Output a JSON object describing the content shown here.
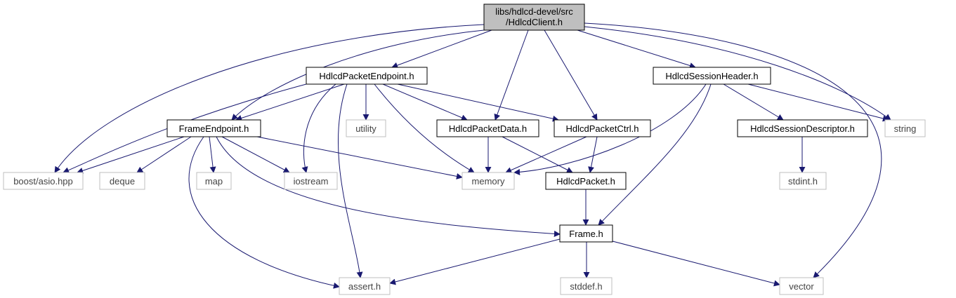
{
  "diagram": {
    "root_lines": [
      "libs/hdlcd-devel/src",
      "/HdlcdClient.h"
    ],
    "nodes": [
      {
        "id": "hdlcd_packet_endpoint",
        "label": "HdlcdPacketEndpoint.h",
        "kind": "internal"
      },
      {
        "id": "hdlcd_session_header",
        "label": "HdlcdSessionHeader.h",
        "kind": "internal"
      },
      {
        "id": "frame_endpoint",
        "label": "FrameEndpoint.h",
        "kind": "internal"
      },
      {
        "id": "utility",
        "label": "utility",
        "kind": "external"
      },
      {
        "id": "hdlcd_packet_data",
        "label": "HdlcdPacketData.h",
        "kind": "internal"
      },
      {
        "id": "hdlcd_packet_ctrl",
        "label": "HdlcdPacketCtrl.h",
        "kind": "internal"
      },
      {
        "id": "hdlcd_session_descriptor",
        "label": "HdlcdSessionDescriptor.h",
        "kind": "internal"
      },
      {
        "id": "string",
        "label": "string",
        "kind": "external"
      },
      {
        "id": "boost_asio",
        "label": "boost/asio.hpp",
        "kind": "external"
      },
      {
        "id": "deque",
        "label": "deque",
        "kind": "external"
      },
      {
        "id": "map",
        "label": "map",
        "kind": "external"
      },
      {
        "id": "iostream",
        "label": "iostream",
        "kind": "external"
      },
      {
        "id": "memory",
        "label": "memory",
        "kind": "external"
      },
      {
        "id": "hdlcd_packet",
        "label": "HdlcdPacket.h",
        "kind": "internal"
      },
      {
        "id": "stdint",
        "label": "stdint.h",
        "kind": "external"
      },
      {
        "id": "frame",
        "label": "Frame.h",
        "kind": "internal"
      },
      {
        "id": "assert",
        "label": "assert.h",
        "kind": "external"
      },
      {
        "id": "stddef",
        "label": "stddef.h",
        "kind": "external"
      },
      {
        "id": "vector",
        "label": "vector",
        "kind": "external"
      }
    ],
    "edges": [
      {
        "from": "root",
        "to": "hdlcd_packet_endpoint"
      },
      {
        "from": "root",
        "to": "frame_endpoint"
      },
      {
        "from": "root",
        "to": "boost_asio"
      },
      {
        "from": "root",
        "to": "hdlcd_packet_data"
      },
      {
        "from": "root",
        "to": "hdlcd_packet_ctrl"
      },
      {
        "from": "root",
        "to": "hdlcd_session_header"
      },
      {
        "from": "root",
        "to": "string"
      },
      {
        "from": "root",
        "to": "vector"
      },
      {
        "from": "hdlcd_packet_endpoint",
        "to": "frame_endpoint"
      },
      {
        "from": "hdlcd_packet_endpoint",
        "to": "boost_asio"
      },
      {
        "from": "hdlcd_packet_endpoint",
        "to": "iostream"
      },
      {
        "from": "hdlcd_packet_endpoint",
        "to": "assert"
      },
      {
        "from": "hdlcd_packet_endpoint",
        "to": "utility"
      },
      {
        "from": "hdlcd_packet_endpoint",
        "to": "memory"
      },
      {
        "from": "hdlcd_packet_endpoint",
        "to": "hdlcd_packet_data"
      },
      {
        "from": "hdlcd_packet_endpoint",
        "to": "hdlcd_packet_ctrl"
      },
      {
        "from": "frame_endpoint",
        "to": "boost_asio"
      },
      {
        "from": "frame_endpoint",
        "to": "deque"
      },
      {
        "from": "frame_endpoint",
        "to": "map"
      },
      {
        "from": "frame_endpoint",
        "to": "iostream"
      },
      {
        "from": "frame_endpoint",
        "to": "memory"
      },
      {
        "from": "frame_endpoint",
        "to": "frame"
      },
      {
        "from": "frame_endpoint",
        "to": "assert"
      },
      {
        "from": "hdlcd_packet_data",
        "to": "memory"
      },
      {
        "from": "hdlcd_packet_data",
        "to": "hdlcd_packet"
      },
      {
        "from": "hdlcd_packet_ctrl",
        "to": "memory"
      },
      {
        "from": "hdlcd_packet_ctrl",
        "to": "hdlcd_packet"
      },
      {
        "from": "hdlcd_packet",
        "to": "frame"
      },
      {
        "from": "hdlcd_session_header",
        "to": "memory"
      },
      {
        "from": "hdlcd_session_header",
        "to": "frame"
      },
      {
        "from": "hdlcd_session_header",
        "to": "hdlcd_session_descriptor"
      },
      {
        "from": "hdlcd_session_header",
        "to": "string"
      },
      {
        "from": "hdlcd_session_descriptor",
        "to": "stdint"
      },
      {
        "from": "frame",
        "to": "assert"
      },
      {
        "from": "frame",
        "to": "stddef"
      },
      {
        "from": "frame",
        "to": "vector"
      }
    ],
    "colors": {
      "edge": "#191970",
      "root_fill": "#bfbfbf",
      "internal_border": "#000000",
      "external_border": "#bfbfbf",
      "external_text": "#444444"
    }
  }
}
